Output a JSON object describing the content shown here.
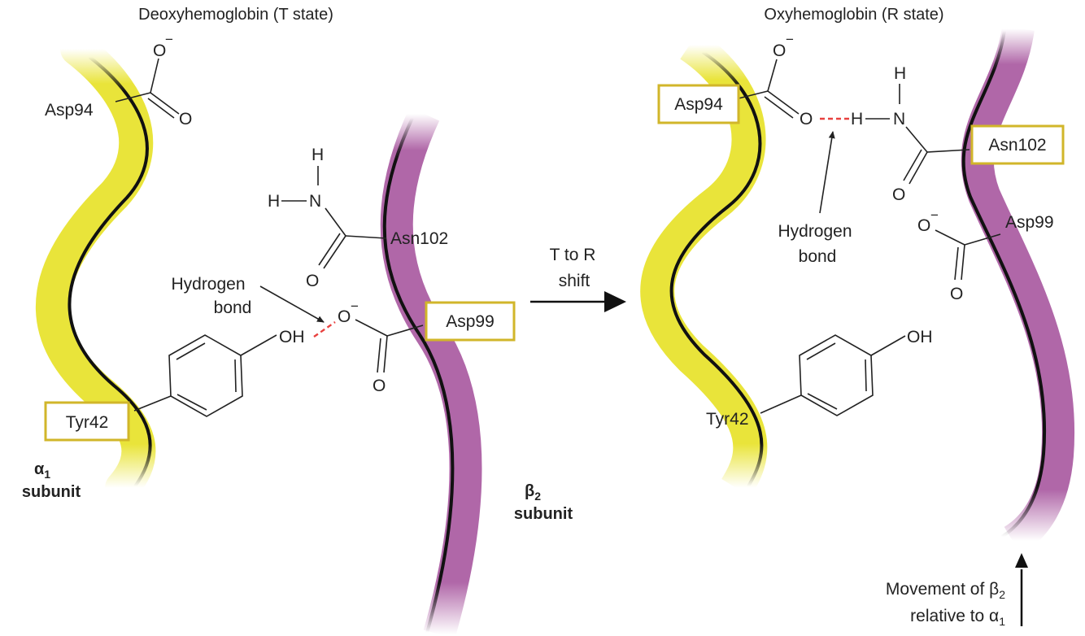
{
  "left_panel": {
    "title": "Deoxyhemoglobin (T state)",
    "asp94": "Asp94",
    "asn102": "Asn102",
    "asp99": "Asp99",
    "tyr42": "Tyr42",
    "hbond_label_line1": "Hydrogen",
    "hbond_label_line2": "bond",
    "alpha_subunit_greek": "α",
    "alpha_subunit_sub": "1",
    "alpha_subunit_word": "subunit",
    "beta_subunit_greek": "β",
    "beta_subunit_sub": "2",
    "beta_subunit_word": "subunit"
  },
  "transition": {
    "line1": "T to R",
    "line2": "shift"
  },
  "right_panel": {
    "title": "Oxyhemoglobin (R state)",
    "asp94": "Asp94",
    "asn102": "Asn102",
    "asp99": "Asp99",
    "tyr42": "Tyr42",
    "hbond_label_line1": "Hydrogen",
    "hbond_label_line2": "bond",
    "movement_line1": "Movement of β",
    "movement_line1_sub": "2",
    "movement_line2": "relative to α",
    "movement_line2_sub": "1"
  },
  "atoms": {
    "O": "O",
    "O_minus": "O",
    "minus": "−",
    "H": "H",
    "N": "N",
    "OH": "OH"
  },
  "colors": {
    "alpha_subunit": "#e9e43a",
    "beta_subunit": "#b067a8",
    "hydrogen_bond": "#e8413f",
    "highlight_box": "#d1b62a"
  }
}
